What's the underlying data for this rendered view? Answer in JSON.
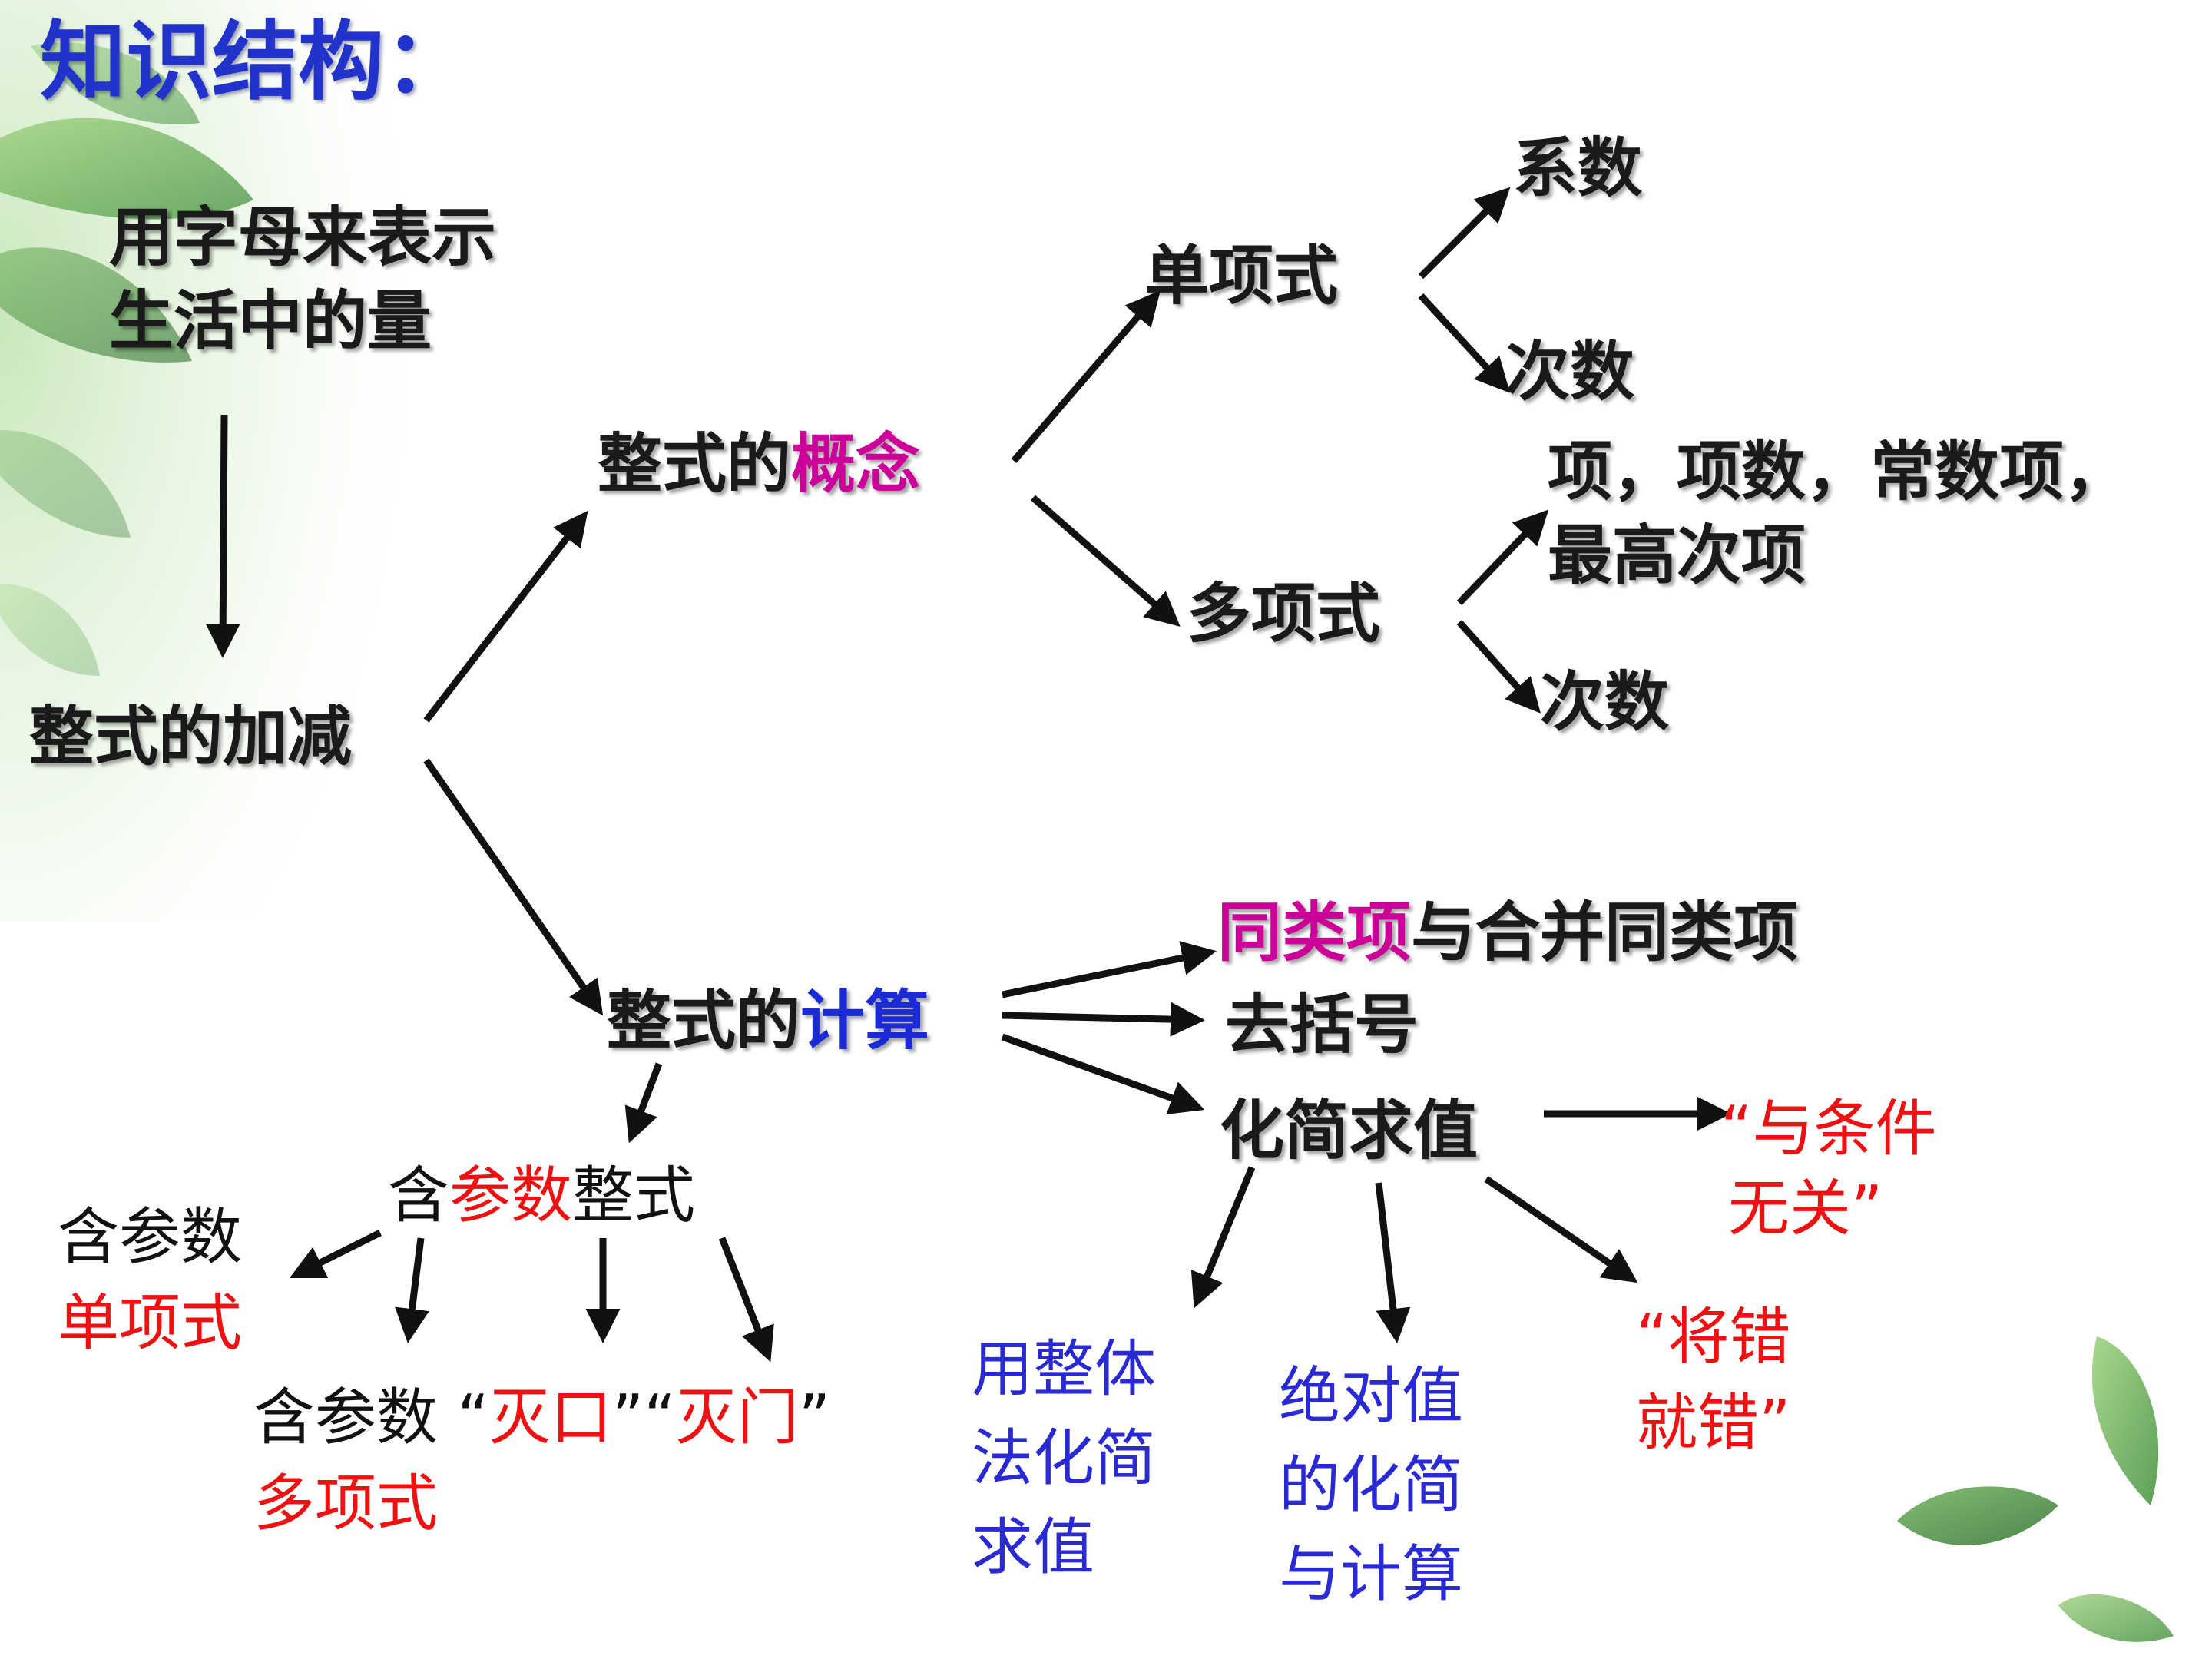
{
  "title": "知识结构：",
  "nodes": {
    "source": {
      "line1": "用字母来表示",
      "line2": "生活中的量"
    },
    "root": "整式的加减",
    "concept": {
      "prefix": "整式的",
      "key": "概念"
    },
    "monomial": "单项式",
    "coefficient": "系数",
    "mono_degree": "次数",
    "polynomial": "多项式",
    "poly_terms": {
      "line1": "项，项数，常数项，",
      "line2": "最高次项"
    },
    "poly_degree": "次数",
    "calc": {
      "prefix": "整式的",
      "key": "计算"
    },
    "like_terms": {
      "key": "同类项",
      "rest": "与合并同类项"
    },
    "brackets": "去括号",
    "simplify": "化简求值",
    "condition_free": {
      "line1": "“与条件",
      "line2": "无关”"
    },
    "whole_method": {
      "line1": "用整体",
      "line2": "法化简",
      "line3": "求值"
    },
    "abs_value": {
      "line1": "绝对值",
      "line2": "的化简",
      "line3": "与计算"
    },
    "mistake": {
      "line1": "“将错",
      "line2": "就错”"
    },
    "param": {
      "prefix": "含",
      "key": "参数",
      "suffix": "整式"
    },
    "param_mono": {
      "line1": "含参数",
      "line2": "单项式"
    },
    "param_poly": {
      "prefix": "含参数 “",
      "k1": "灭口",
      "mid": "”“",
      "k2": "灭门",
      "end": "”",
      "line2": "多项式"
    }
  },
  "colors": {
    "title": "#2233cc",
    "emphasis_magenta": "#cc0099",
    "emphasis_blue": "#1a2bd6",
    "emphasis_red": "#ee1111",
    "method_blue": "#2a2ad4",
    "text": "#1a1a1a"
  },
  "icons": [
    "leaf-decoration-icon"
  ]
}
